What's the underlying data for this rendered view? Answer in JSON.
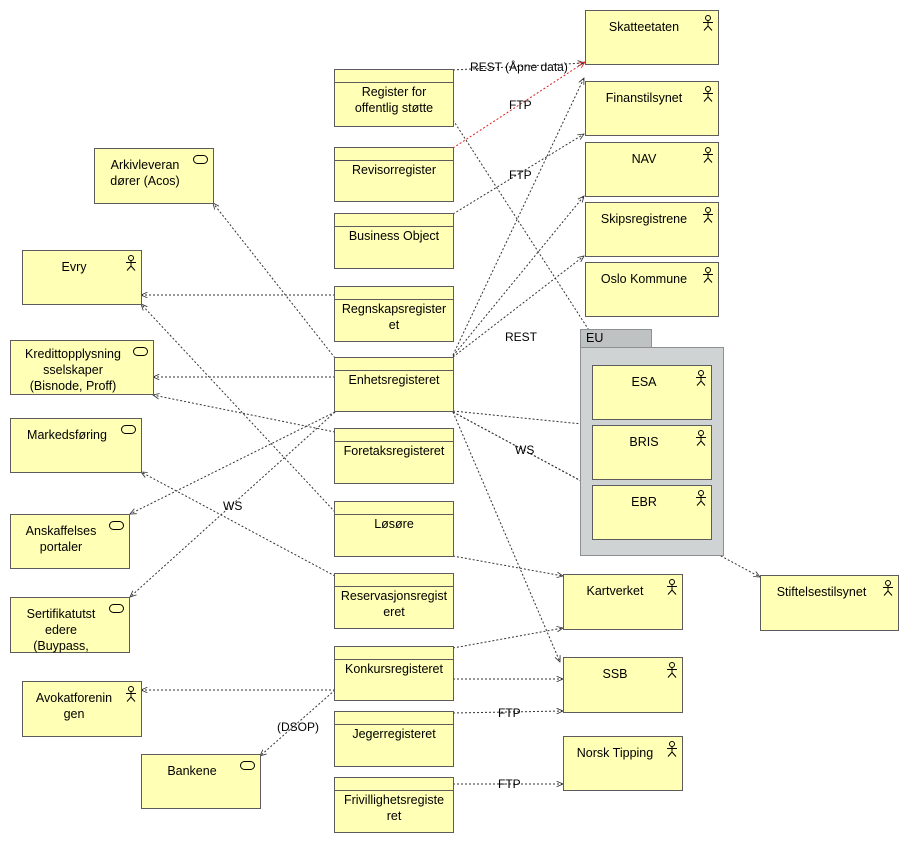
{
  "nodes": {
    "skatteetaten": "Skatteetaten",
    "finanstilsynet": "Finanstilsynet",
    "nav": "NAV",
    "skipsregistrene": "Skipsregistrene",
    "oslo_kommune": "Oslo Kommune",
    "eu_group": "EU",
    "esa": "ESA",
    "bris": "BRIS",
    "ebr": "EBR",
    "stiftelsestilsynet": "Stiftelsestilsynet",
    "kartverket": "Kartverket",
    "ssb": "SSB",
    "norsk_tipping": "Norsk Tipping",
    "register_offentlig_stotte": "Register for offentlig støtte",
    "revisorregister": "Revisorregister",
    "business_object": "Business Object",
    "regnskapsregisteret": "Regnskapsregister et",
    "enhetsregisteret": "Enhetsregisteret",
    "foretaksregisteret": "Foretaksregisteret",
    "losore": "Løsøre",
    "reservasjonsregisteret": "Reservasjonsregist eret",
    "konkursregisteret": "Konkursregisteret",
    "jegerregisteret": "Jegerregisteret",
    "frivillighetsregisteret": "Frivillighetsregiste ret",
    "arkivleverandorer": "Arkivleveran dører (Acos)",
    "evry": "Evry",
    "kredittopplysning": "Kredittopplysning sselskaper (Bisnode, Proff)",
    "markedsforing": "Markedsføring",
    "anskaffelsesportaler": "Anskaffelses portaler",
    "sertifikatutstedere": "Sertifikatutst edere (Buypass,",
    "avokatforeningen": "Avokatforenin gen",
    "bankene": "Bankene"
  },
  "edge_labels": {
    "rest_apne_data": "REST (Åpne data)",
    "ftp_revisor": "FTP",
    "ftp_business": "FTP",
    "rest_enhet": "REST",
    "ws_enhet": "WS",
    "ws_left": "WS",
    "dsop": "(DSOP)",
    "ftp_jeger": "FTP",
    "ftp_frivillighet": "FTP"
  },
  "colors": {
    "element_fill": "#ffffb5",
    "element_border": "#5c5c5c",
    "group_fill": "#d0d3d4",
    "edge": "#333333",
    "edge_highlight": "#e02020"
  }
}
